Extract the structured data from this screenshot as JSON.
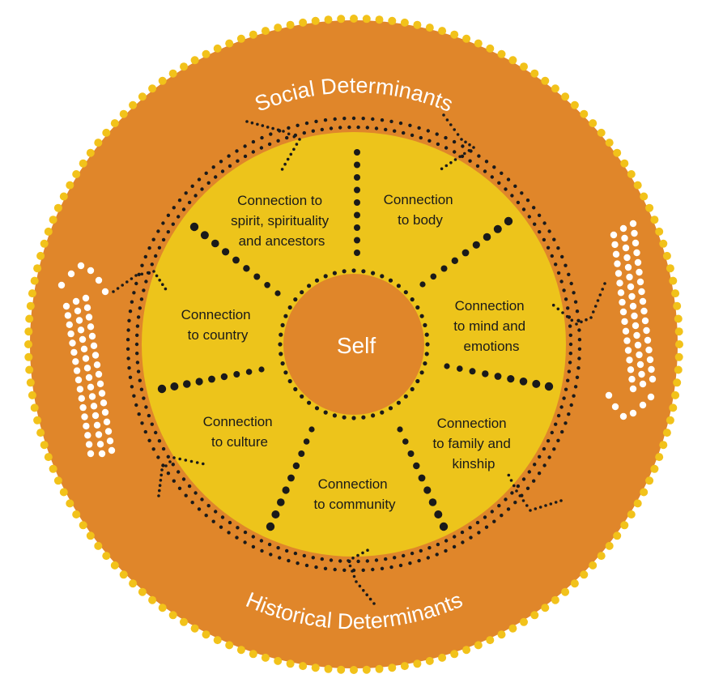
{
  "center": {
    "label": "Self"
  },
  "segments": [
    {
      "lines": [
        "Connection to",
        "spirit, spirituality",
        "and ancestors"
      ]
    },
    {
      "lines": [
        "Connection",
        "to body"
      ]
    },
    {
      "lines": [
        "Connection",
        "to mind and",
        "emotions"
      ]
    },
    {
      "lines": [
        "Connection",
        "to family and",
        "kinship"
      ]
    },
    {
      "lines": [
        "Connection",
        "to community"
      ]
    },
    {
      "lines": [
        "Connection",
        "to culture"
      ]
    },
    {
      "lines": [
        "Connection",
        "to country"
      ]
    }
  ],
  "outer_ring": {
    "top_label": "Social Determinants",
    "bottom_label": "Historical Determinants"
  },
  "colors": {
    "outer_ring": "#e0862a",
    "outer_edge_dots": "#f2c21a",
    "inner_disc": "#edc41b",
    "center_disc": "#e0862a",
    "dots": "#1a1a1a",
    "white": "#ffffff"
  }
}
